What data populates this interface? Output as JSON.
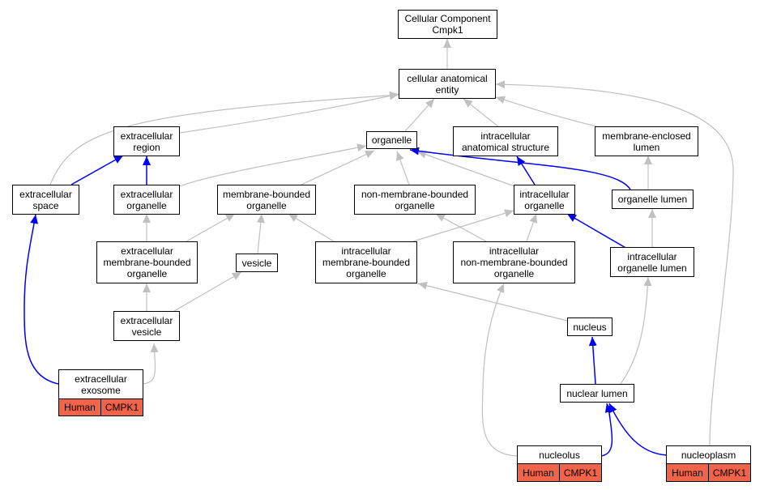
{
  "colors": {
    "edge_default": "#c0c0c0",
    "edge_highlight": "#0000ff",
    "annotation_fill": "#f26449",
    "node_border": "#000000"
  },
  "nodes": {
    "root": "Cellular Component\nCmpk1",
    "cae": "cellular anatomical\nentity",
    "extracellular_region": "extracellular\nregion",
    "organelle": "organelle",
    "intracellular_anatomical_structure": "intracellular\nanatomical structure",
    "membrane_enclosed_lumen": "membrane-enclosed\nlumen",
    "extracellular_space": "extracellular\nspace",
    "extracellular_organelle": "extracellular\norganelle",
    "membrane_bounded_organelle": "membrane-bounded\norganelle",
    "non_membrane_bounded_organelle": "non-membrane-bounded\norganelle",
    "intracellular_organelle": "intracellular\norganelle",
    "organelle_lumen": "organelle lumen",
    "extracellular_membrane_bounded_organelle": "extracellular\nmembrane-bounded\norganelle",
    "vesicle": "vesicle",
    "intracellular_membrane_bounded_organelle": "intracellular\nmembrane-bounded\norganelle",
    "intracellular_non_membrane_bounded_organelle": "intracellular\nnon-membrane-bounded\norganelle",
    "intracellular_organelle_lumen": "intracellular\norganelle lumen",
    "extracellular_vesicle": "extracellular\nvesicle",
    "nucleus": "nucleus",
    "nuclear_lumen": "nuclear lumen",
    "extracellular_exosome": {
      "label": "extracellular\nexosome",
      "tags": [
        "Human",
        "CMPK1"
      ]
    },
    "nucleolus": {
      "label": "nucleolus",
      "tags": [
        "Human",
        "CMPK1"
      ]
    },
    "nucleoplasm": {
      "label": "nucleoplasm",
      "tags": [
        "Human",
        "CMPK1"
      ]
    }
  }
}
